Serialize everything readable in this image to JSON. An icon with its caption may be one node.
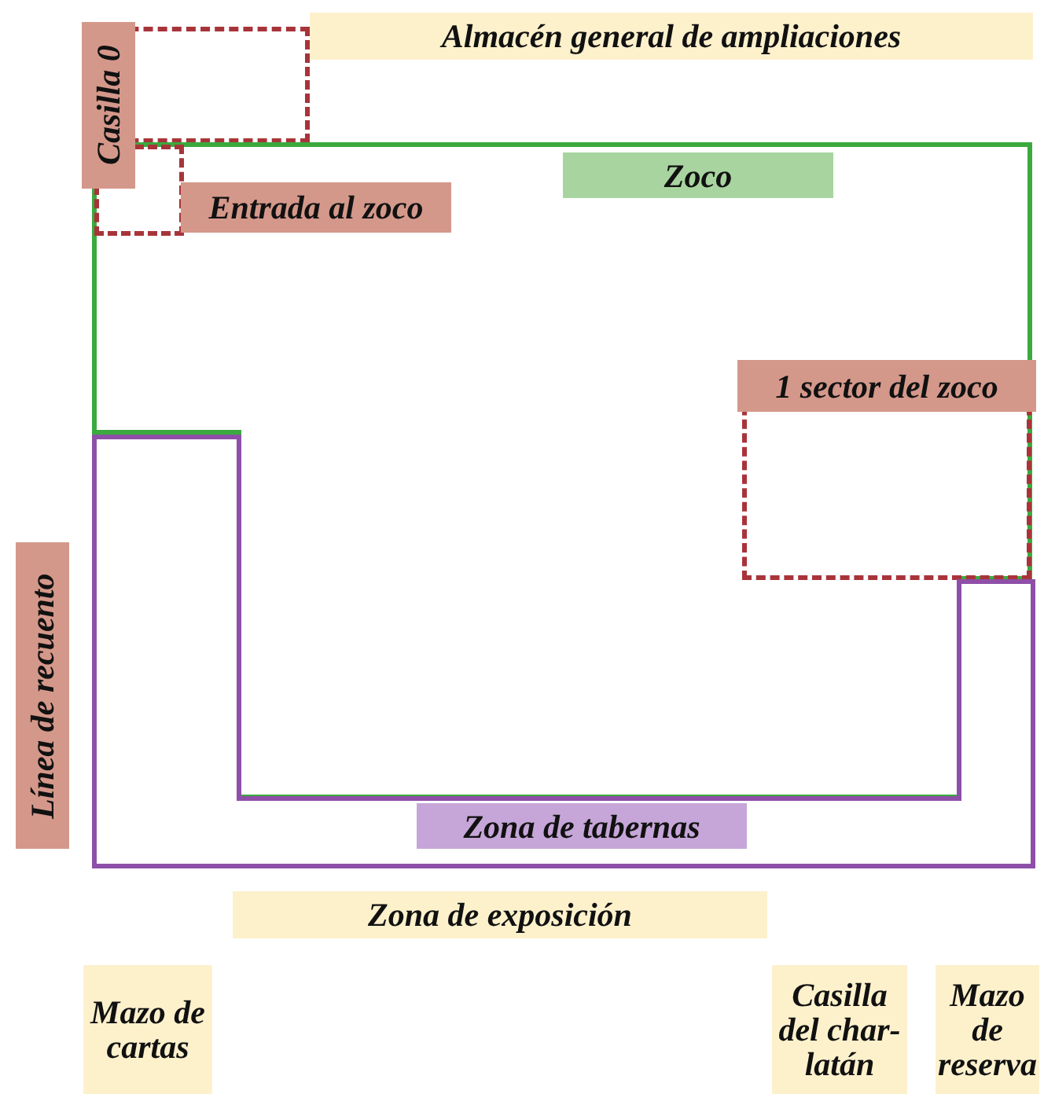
{
  "diagram": {
    "nodes": [
      {
        "text": [
          "Casilla 0"
        ]
      },
      {
        "text": [
          "Zoco"
        ]
      },
      {
        "text": [
          "Entrada al zoco"
        ],
        "in": 1
      },
      {
        "text": [
          "1 sector del zoco"
        ],
        "in": 1
      },
      {
        "text": [
          "Zona de tabernas"
        ]
      }
    ],
    "labels": [
      "Almacén general de ampliaciones",
      "Línea de recuento",
      "Zona de exposición",
      "Mazo de cartas",
      "Casilla del char-latán",
      "Mazo de reserva"
    ]
  }
}
